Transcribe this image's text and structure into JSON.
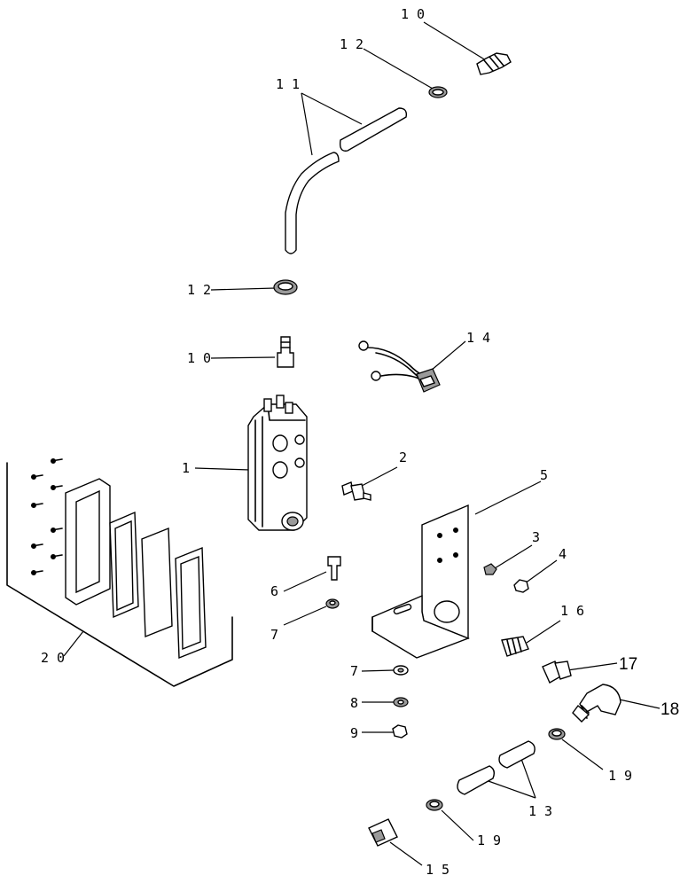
{
  "diagram": {
    "callouts": [
      {
        "id": "c10-top",
        "label": "1 0"
      },
      {
        "id": "c12-top",
        "label": "1 2"
      },
      {
        "id": "c11",
        "label": "1 1"
      },
      {
        "id": "c12-mid",
        "label": "1 2"
      },
      {
        "id": "c14",
        "label": "1 4"
      },
      {
        "id": "c10-mid",
        "label": "1 0"
      },
      {
        "id": "c1",
        "label": "1"
      },
      {
        "id": "c2",
        "label": "2"
      },
      {
        "id": "c5",
        "label": "5"
      },
      {
        "id": "c3",
        "label": "3"
      },
      {
        "id": "c4",
        "label": "4"
      },
      {
        "id": "c6",
        "label": "6"
      },
      {
        "id": "c7-upper",
        "label": "7"
      },
      {
        "id": "c16",
        "label": "1 6"
      },
      {
        "id": "c20",
        "label": "2 0"
      },
      {
        "id": "c17",
        "label": "17"
      },
      {
        "id": "c7-lower",
        "label": "7"
      },
      {
        "id": "c18",
        "label": "18"
      },
      {
        "id": "c8",
        "label": "8"
      },
      {
        "id": "c9",
        "label": "9"
      },
      {
        "id": "c19-right",
        "label": "1 9"
      },
      {
        "id": "c13",
        "label": "1 3"
      },
      {
        "id": "c19-bottom",
        "label": "1 9"
      },
      {
        "id": "c15",
        "label": "1 5"
      }
    ]
  }
}
